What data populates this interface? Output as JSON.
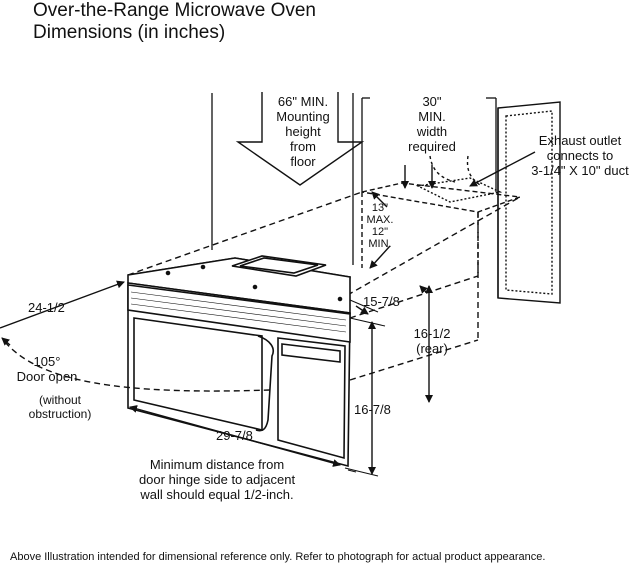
{
  "title_line1": "Over-the-Range Microwave Oven",
  "title_line2": "Dimensions (in inches)",
  "labels": {
    "mount_height": [
      "66\" MIN.",
      "Mounting",
      "height",
      "from",
      "floor"
    ],
    "width_req": [
      "30\"",
      "MIN.",
      "width",
      "required"
    ],
    "exhaust": [
      "Exhaust outlet",
      "connects to",
      "3-1/4\" X 10\" duct"
    ],
    "gap": [
      "13\"",
      "MAX.",
      "12\"",
      "MIN."
    ],
    "depth": "24-1/2",
    "door_angle": "105°",
    "door_open": "Door open",
    "obstruction": [
      "(without",
      "obstruction)"
    ],
    "top_depth": "15-7/8",
    "rear_height": [
      "16-1/2",
      "(rear)"
    ],
    "front_height": "16-7/8",
    "width": "29-7/8",
    "hinge_note": [
      "Minimum distance from",
      "door hinge side to adjacent",
      "wall should equal 1/2-inch."
    ]
  },
  "footer": "Above Illustration intended for dimensional reference only. Refer to photograph for actual product appearance."
}
